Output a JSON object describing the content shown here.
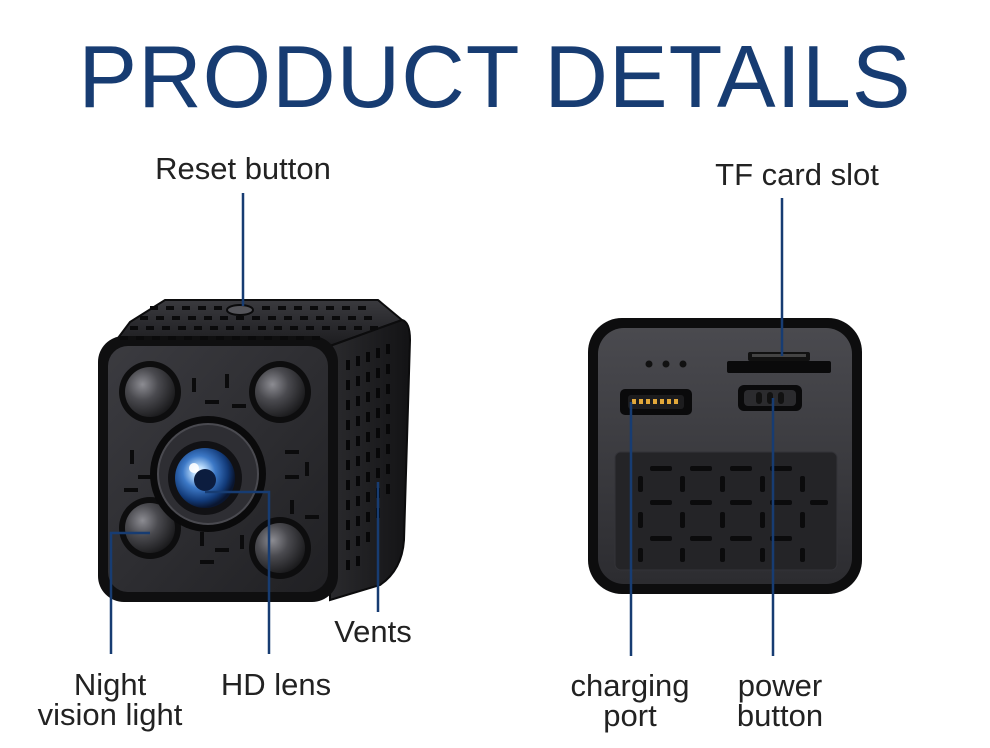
{
  "page": {
    "title": "PRODUCT DETAILS"
  },
  "callouts": {
    "reset_button": "Reset button",
    "tf_card_slot": "TF card slot",
    "vents": "Vents",
    "night_vision_line1": "Night",
    "night_vision_line2": "vision light",
    "hd_lens": "HD lens",
    "charging_port_line1": "charging",
    "charging_port_line2": "port",
    "power_button_line1": "power",
    "power_button_line2": "button"
  },
  "colors": {
    "title": "#173c72",
    "leader_line": "#173c72",
    "device_body": "#1a1a1c"
  }
}
